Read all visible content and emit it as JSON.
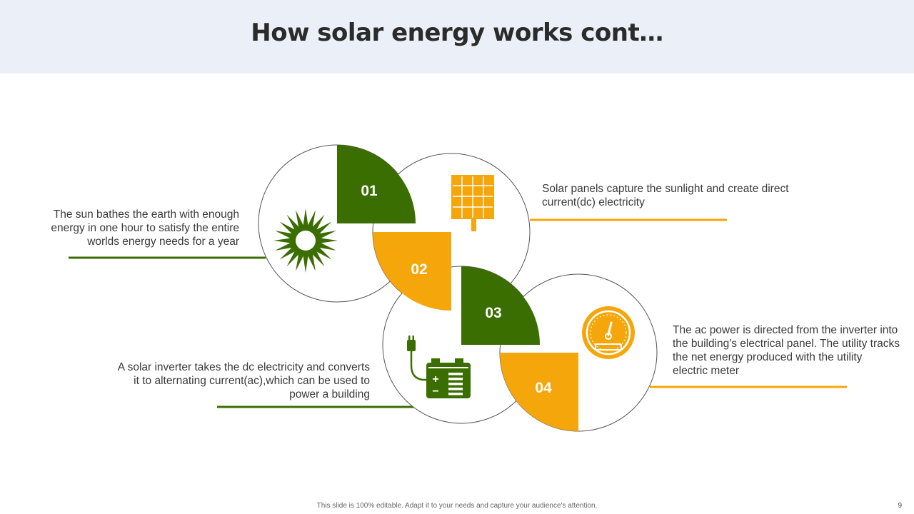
{
  "slide": {
    "title": "How solar energy works cont…",
    "footer": "This slide is 100% editable. Adapt it to your needs and capture your audience's attention.",
    "page_number": "9"
  },
  "colors": {
    "green": "#3b6e00",
    "orange": "#f5a60a",
    "header_bg": "#ebf0f8"
  },
  "steps": [
    {
      "number": "01",
      "icon": "sun-icon",
      "color": "green",
      "description": "The sun bathes the earth with enough energy in one hour to satisfy the entire worlds energy needs for a year"
    },
    {
      "number": "02",
      "icon": "solar-panel-icon",
      "color": "orange",
      "description": "Solar panels capture the sunlight and create direct current(dc) electricity"
    },
    {
      "number": "03",
      "icon": "battery-plug-icon",
      "color": "green",
      "description": "A solar inverter takes the dc electricity and converts it to alternating current(ac),which can be used to power a building"
    },
    {
      "number": "04",
      "icon": "electric-meter-icon",
      "color": "orange",
      "description": "The ac power is directed from the inverter into the building's electrical panel. The utility tracks the net energy produced with the utility electric meter"
    }
  ]
}
